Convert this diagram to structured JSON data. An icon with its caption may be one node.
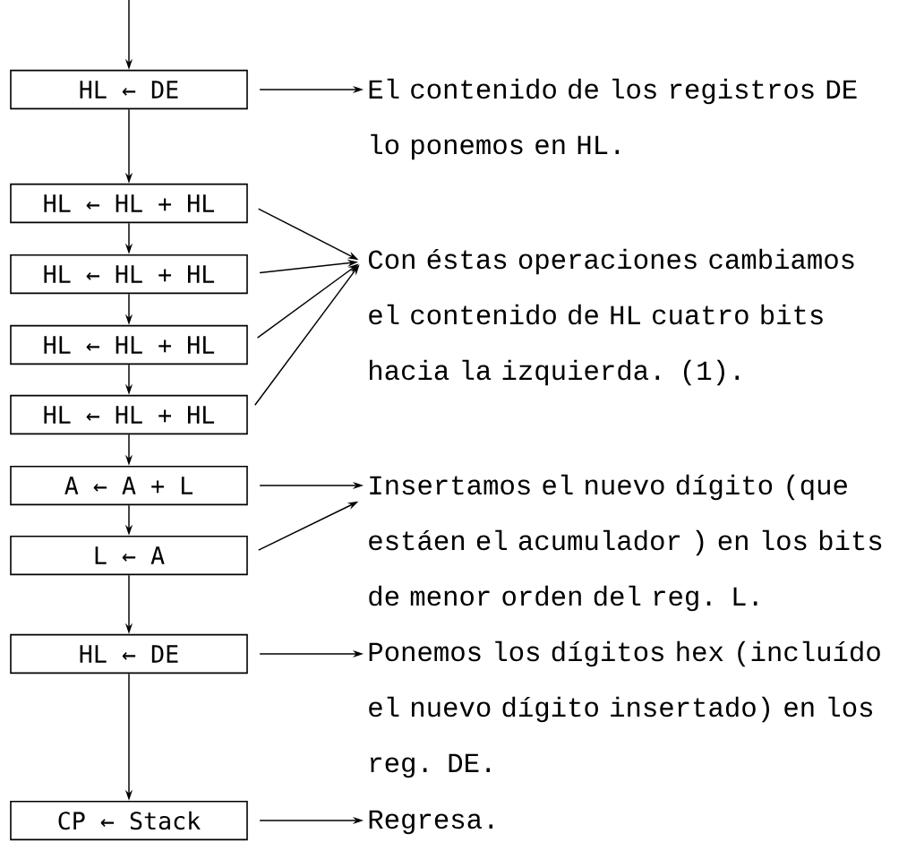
{
  "diagram": {
    "nodes": [
      {
        "text": [
          "HL ← DE"
        ]
      },
      {
        "text": [
          "HL ← HL + HL"
        ]
      },
      {
        "text": [
          "HL ← HL + HL"
        ]
      },
      {
        "text": [
          "HL ← HL + HL"
        ]
      },
      {
        "text": [
          "HL ← HL + HL"
        ]
      },
      {
        "text": [
          "A ← A + L"
        ]
      },
      {
        "text": [
          "L ← A"
        ]
      },
      {
        "text": [
          "HL ← DE"
        ]
      },
      {
        "text": [
          "CP ← Stack"
        ]
      },
      {
        "text": [
          "El contenido de los registros DE lo ponemos en HL."
        ]
      },
      {
        "text": [
          "Con éstas operaciones cambiamos el contenido de HL cuatro bits hacia la izquierda. (1)."
        ]
      },
      {
        "text": [
          "Insertamos el nuevo dígito (que estáen el acumulador ) en los bits de menor orden del reg. L."
        ]
      },
      {
        "text": [
          "Ponemos los dígitos hex (incluído el nuevo dígito insertado) en los reg. DE."
        ]
      },
      {
        "text": [
          "Regresa."
        ]
      }
    ],
    "edges": [
      {
        "from": null,
        "to": 0,
        "arrow": "to"
      },
      {
        "from": 0,
        "to": 1,
        "arrow": "to"
      },
      {
        "from": 1,
        "to": 2,
        "arrow": "to"
      },
      {
        "from": 2,
        "to": 3,
        "arrow": "to"
      },
      {
        "from": 3,
        "to": 4,
        "arrow": "to"
      },
      {
        "from": 4,
        "to": 5,
        "arrow": "to"
      },
      {
        "from": 5,
        "to": 6,
        "arrow": "to"
      },
      {
        "from": 6,
        "to": 7,
        "arrow": "to"
      },
      {
        "from": 7,
        "to": 8,
        "arrow": "to"
      },
      {
        "from": 0,
        "to": 9,
        "arrow": "to"
      },
      {
        "from": 1,
        "to": 10,
        "arrow": "to"
      },
      {
        "from": 2,
        "to": 10,
        "arrow": "to"
      },
      {
        "from": 3,
        "to": 10,
        "arrow": "to"
      },
      {
        "from": 4,
        "to": 10,
        "arrow": "to"
      },
      {
        "from": 5,
        "to": 11,
        "arrow": "to"
      },
      {
        "from": 6,
        "to": 11,
        "arrow": "to"
      },
      {
        "from": 7,
        "to": 12,
        "arrow": "to"
      },
      {
        "from": 8,
        "to": 13,
        "arrow": "to"
      }
    ]
  }
}
